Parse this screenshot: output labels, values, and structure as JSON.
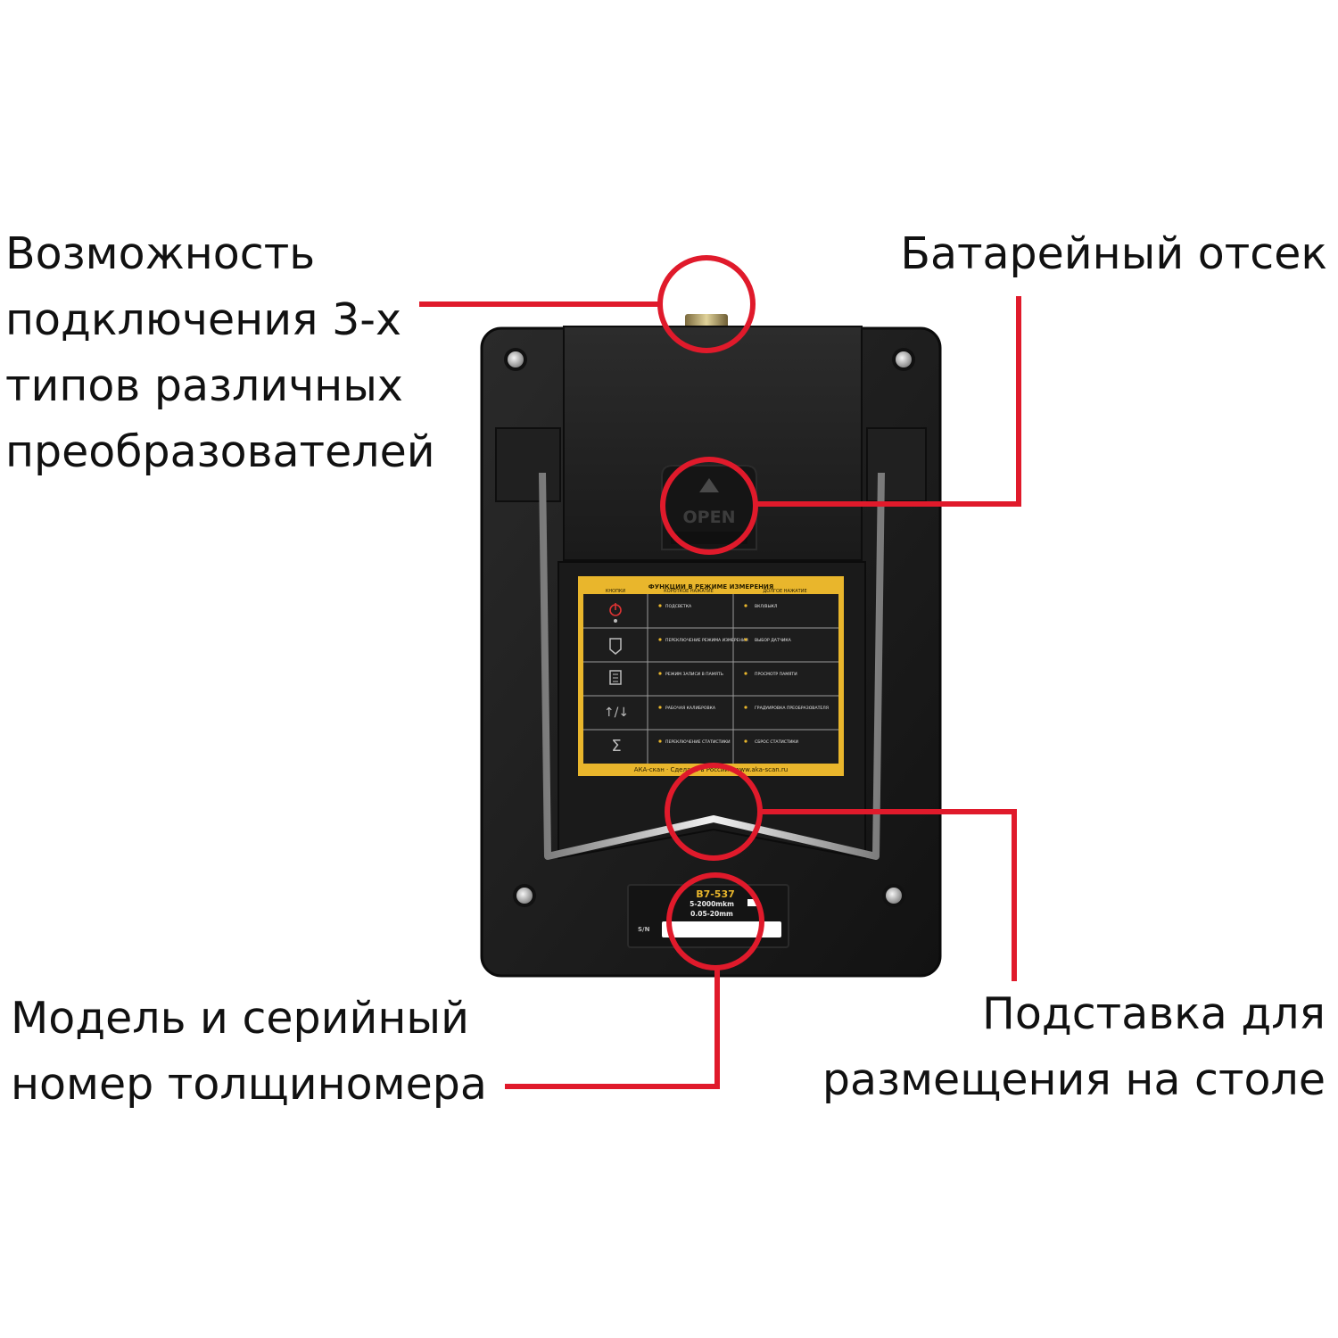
{
  "callouts": {
    "connectors": [
      "Возможность",
      "подключения 3-х",
      "типов различных",
      "преобразователей"
    ],
    "battery": [
      "Батарейный отсек"
    ],
    "model": [
      "Модель и серийный",
      "номер толщиномера"
    ],
    "stand": [
      "Подставка для",
      "размещения на столе"
    ]
  },
  "device": {
    "battery_cover_label": "OPEN",
    "table_header": "ФУНКЦИИ В РЕЖИМЕ ИЗМЕРЕНИЯ",
    "table_columns": [
      "КНОПКИ",
      "КОРОТКОЕ НАЖАТИЕ",
      "ДОЛГОЕ НАЖАТИЕ"
    ],
    "table_rows": [
      {
        "short": "ПОДСВЕТКА",
        "long": "ВКЛ/ВЫКЛ"
      },
      {
        "short": "ПЕРЕКЛЮЧЕНИЕ РЕЖИМА ИЗМЕРЕНИЯ",
        "long": "ВЫБОР ДАТЧИКА"
      },
      {
        "short": "РЕЖИМ ЗАПИСИ В ПАМЯТЬ",
        "long": "ПРОСМОТР ПАМЯТИ"
      },
      {
        "short": "РАБОЧАЯ КАЛИБРОВКА",
        "long": "ГРАДУИРОВКА ПРЕОБРАЗОВАТЕЛЯ"
      },
      {
        "short": "ПЕРЕКЛЮЧЕНИЕ СТАТИСТИКИ",
        "long": "СБРОС СТАТИСТИКИ"
      }
    ],
    "table_footer": "АКА-скан · Сделано в России · www.aka-scan.ru",
    "model_name": "В7-537",
    "range_1": "5-2000mkm",
    "range_2": "0.05-20mm",
    "serial_label": "S/N"
  },
  "colors": {
    "accent": "#e01a2b",
    "body": "#1c1c1c",
    "label_yellow": "#e9b62c"
  }
}
